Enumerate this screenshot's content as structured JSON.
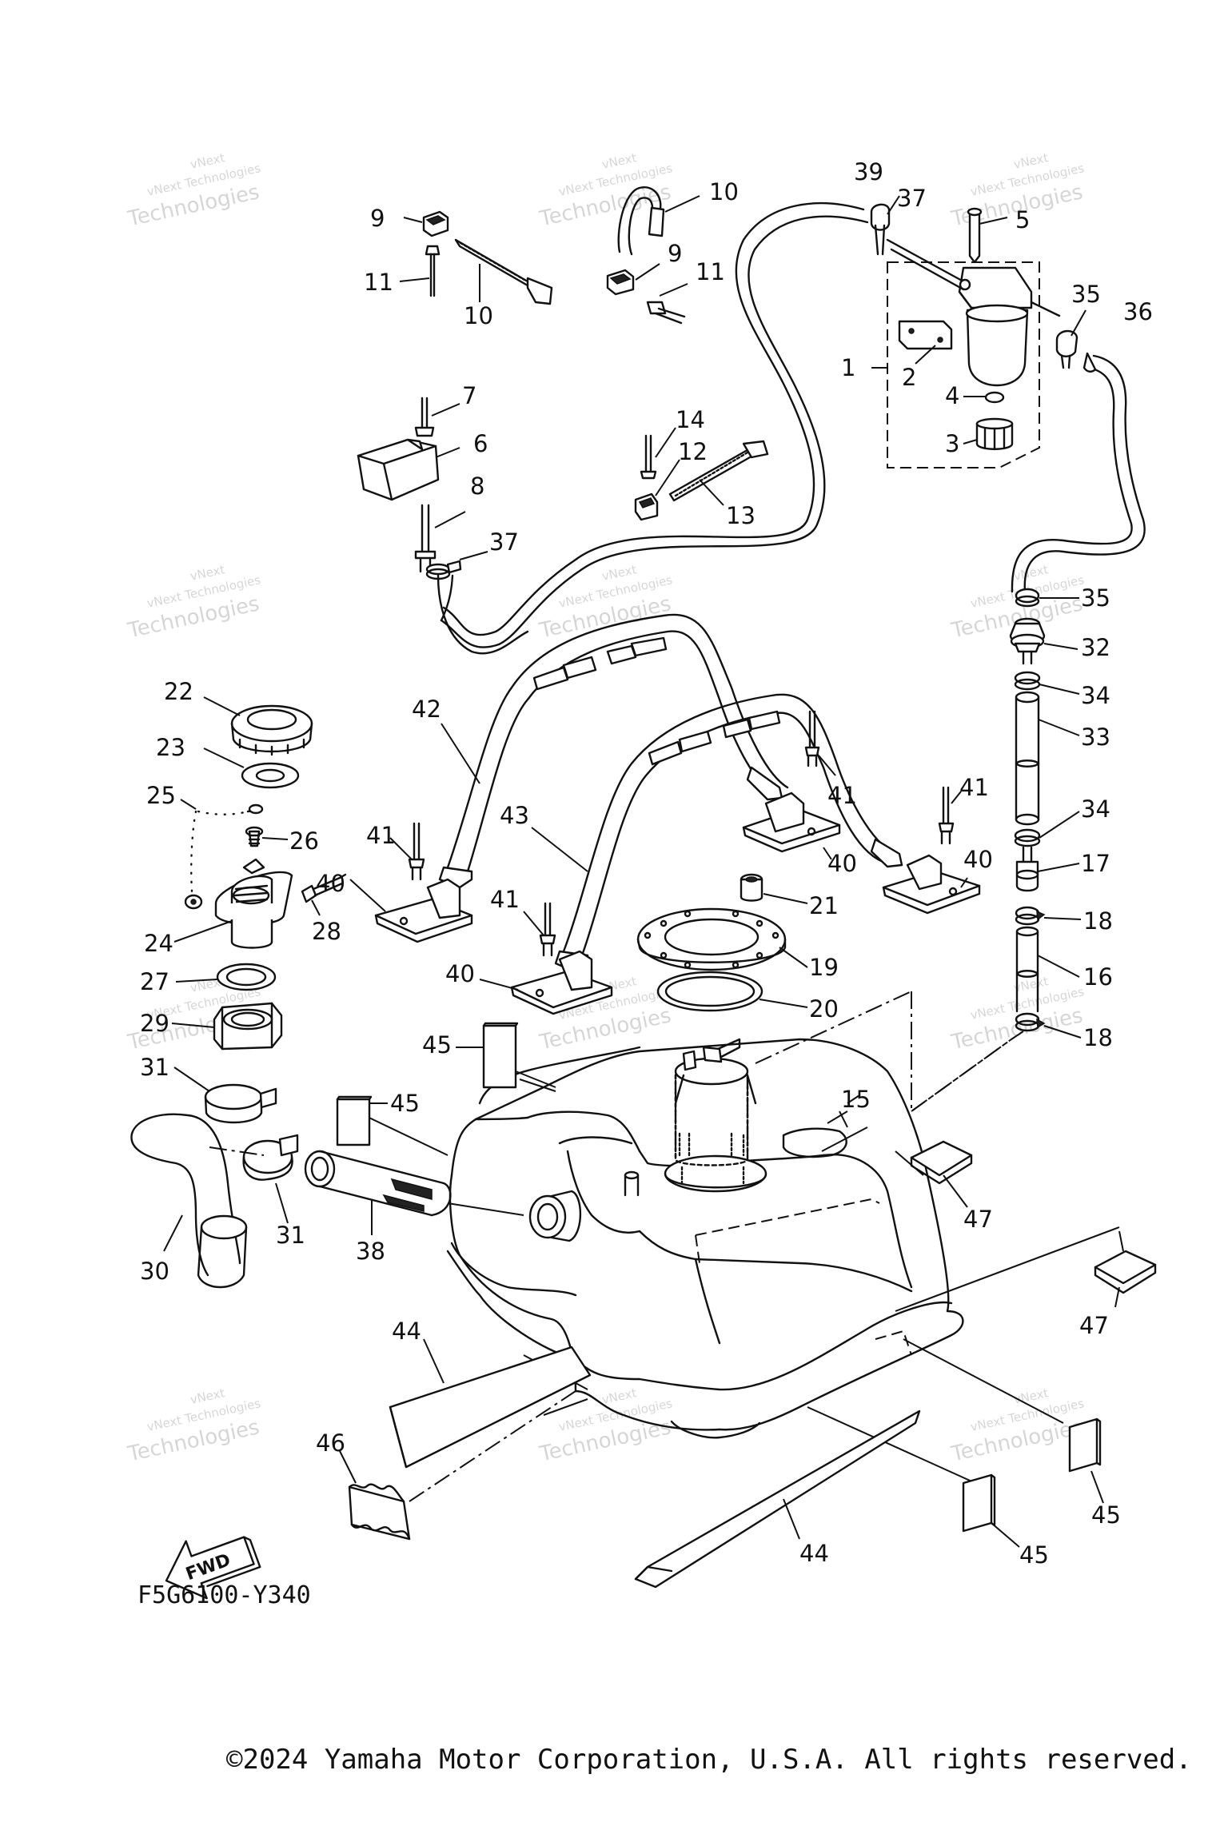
{
  "diagram": {
    "figure_code": "F5G6100-Y340",
    "copyright": "©2024 Yamaha Motor Corporation, U.S.A. All rights reserved.",
    "fwd_label": "FWD",
    "watermark": {
      "line1": "vNext",
      "line2": "vNext Technologies",
      "line3": "Technologies"
    },
    "callouts": [
      "1",
      "2",
      "3",
      "4",
      "5",
      "6",
      "7",
      "8",
      "9",
      "10",
      "11",
      "12",
      "13",
      "14",
      "15",
      "16",
      "17",
      "18",
      "19",
      "20",
      "21",
      "22",
      "23",
      "24",
      "25",
      "26",
      "27",
      "28",
      "29",
      "30",
      "31",
      "32",
      "33",
      "34",
      "35",
      "36",
      "37",
      "38",
      "39",
      "40",
      "41",
      "42",
      "43",
      "44",
      "45",
      "46",
      "47"
    ]
  }
}
